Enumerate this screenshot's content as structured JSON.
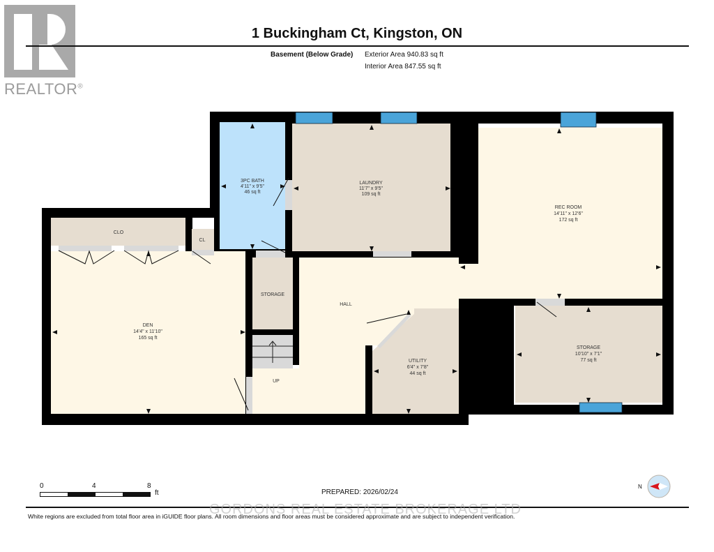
{
  "header": {
    "title": "1 Buckingham Ct, Kingston, ON",
    "floor_label": "Basement (Below Grade)",
    "exterior_area": "Exterior Area 940.83 sq ft",
    "interior_area": "Interior Area 847.55 sq ft"
  },
  "logo": {
    "text": "REALTOR",
    "mark": "®"
  },
  "rooms": {
    "bath": {
      "name": "3PC BATH",
      "dims": "4'11\" x 9'5\"",
      "area": "46 sq ft"
    },
    "laundry": {
      "name": "LAUNDRY",
      "dims": "11'7\" x 9'5\"",
      "area": "109 sq ft"
    },
    "rec_room": {
      "name": "REC ROOM",
      "dims": "14'11\" x 12'6\"",
      "area": "172 sq ft"
    },
    "clo": {
      "name": "CLO"
    },
    "cl": {
      "name": "CL"
    },
    "den": {
      "name": "DEN",
      "dims": "14'4\" x 11'10\"",
      "area": "165 sq ft"
    },
    "storage_small": {
      "name": "STORAGE"
    },
    "hall": {
      "name": "HALL"
    },
    "stairs": {
      "name": "UP"
    },
    "utility": {
      "name": "UTILITY",
      "dims": "6'4\" x 7'8\"",
      "area": "44 sq ft"
    },
    "storage": {
      "name": "STORAGE",
      "dims": "10'10\" x 7'1\"",
      "area": "77 sq ft"
    }
  },
  "colors": {
    "wall": "#000000",
    "living": "#fef7e6",
    "utility_rooms": "#e6ddd0",
    "bath": "#bde2fb",
    "window": "#4aa4d9",
    "door_gap": "#d9d9d9"
  },
  "scale": {
    "ticks": [
      "0",
      "4",
      "8"
    ],
    "unit": "ft"
  },
  "footer": {
    "prepared": "PREPARED: 2026/02/24",
    "compass_label": "N",
    "watermark": "GORDONS REAL ESTATE BROKERAGE LTD",
    "disclaimer": "White regions are excluded from total floor area in iGUIDE floor plans. All room dimensions and floor areas must be considered approximate and are subject to independent verification."
  }
}
